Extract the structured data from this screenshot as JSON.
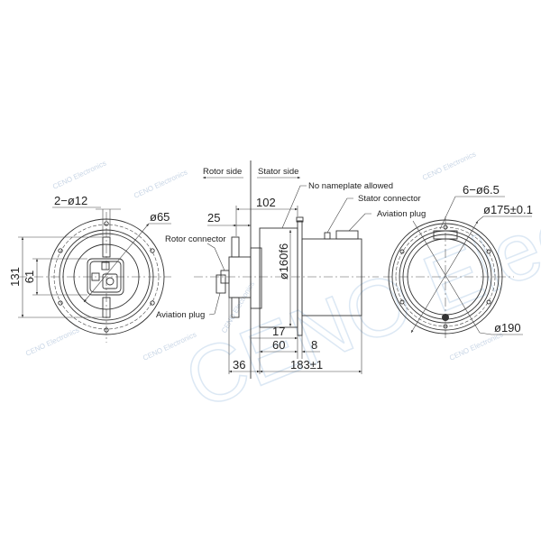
{
  "side_labels": {
    "rotor_side": "Rotor side",
    "stator_side": "Stator side"
  },
  "callouts": {
    "no_nameplate": "No nameplate allowed",
    "stator_connector": "Stator connector",
    "aviation_plug_stator": "Aviation plug",
    "rotor_connector": "Rotor connector",
    "aviation_plug_rotor": "Aviation plug"
  },
  "left_view": {
    "holes": "2−ø12",
    "diameter": "ø65",
    "height_outer": "131",
    "height_inner": "61"
  },
  "side_view": {
    "d102": "102",
    "d25": "25",
    "dia160": "ø160f6",
    "d17": "17",
    "d60": "60",
    "d8": "8",
    "d36": "36",
    "d183": "183±1"
  },
  "right_view": {
    "holes": "6−ø6.5",
    "pcd": "ø175±0.1",
    "outer": "ø190"
  },
  "watermark": {
    "small": "CENO Electronics",
    "large": "CENO Electro"
  },
  "colors": {
    "line": "#333333",
    "watermark": "#c9d6e6"
  }
}
